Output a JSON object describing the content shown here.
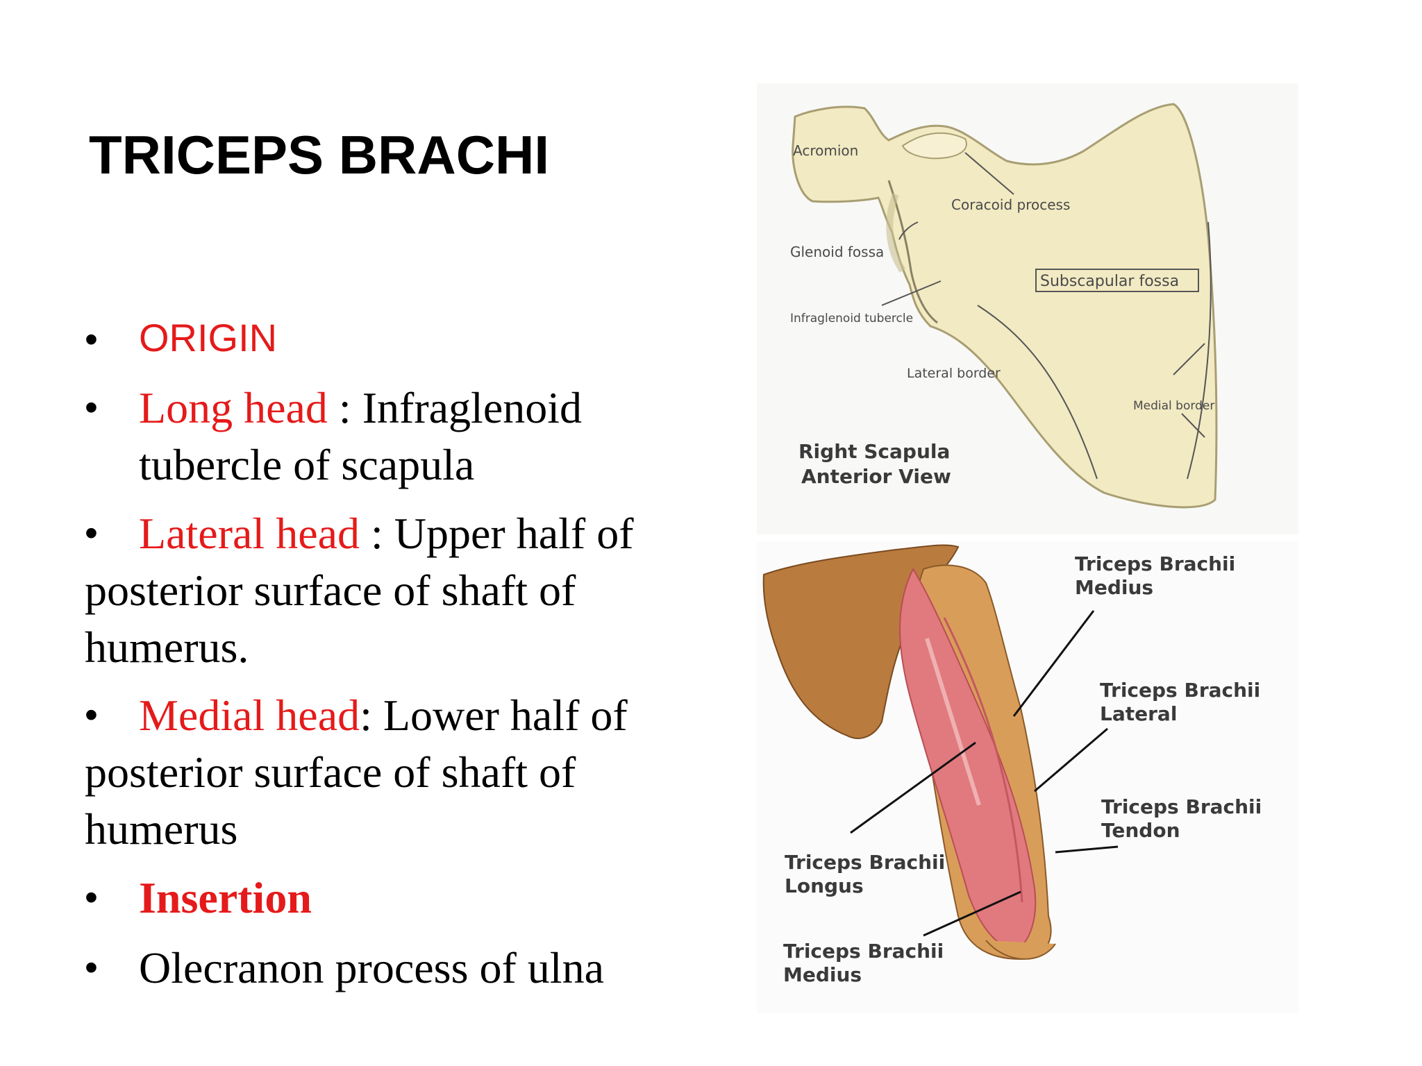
{
  "title": "TRICEPS BRACHI",
  "bullets": {
    "origin": "ORIGIN",
    "long_head_label": "Long head",
    "long_head_text_1": " : Infraglenoid",
    "long_head_text_2": "tubercle of scapula",
    "lateral_head_label": "Lateral head",
    "lateral_head_text_1": " : Upper half of",
    "lateral_head_text_2": "posterior surface of shaft of",
    "lateral_head_text_3": "humerus.",
    "medial_head_label": "Medial head",
    "medial_head_text_1": ": Lower half of",
    "medial_head_text_2": "posterior surface of shaft of",
    "medial_head_text_3": "humerus",
    "insertion": "Insertion",
    "insertion_text": "Olecranon process of ulna",
    "bullet_char": "•"
  },
  "scapula_figure": {
    "acromion": "Acromion",
    "coracoid": "Coracoid process",
    "glenoid": "Glenoid fossa",
    "subscapular": "Subscapular fossa",
    "infraglenoid": "Infraglenoid tubercle",
    "lateral_border": "Lateral border",
    "medial_border": "Medial border",
    "caption_1": "Right Scapula",
    "caption_2": "Anterior View"
  },
  "arm_figure": {
    "medius_top_1": "Triceps Brachii",
    "medius_top_2": "Medius",
    "lateral_1": "Triceps Brachii",
    "lateral_2": "Lateral",
    "tendon_1": "Triceps Brachii",
    "tendon_2": "Tendon",
    "longus_1": "Triceps Brachii",
    "longus_2": "Longus",
    "medius_bot_1": "Triceps Brachii",
    "medius_bot_2": "Medius"
  },
  "colors": {
    "accent_red": "#e51a1a",
    "bone_pale": "#f3ecc8",
    "bone_brown": "#b87a3a",
    "muscle": "#e0757a"
  }
}
